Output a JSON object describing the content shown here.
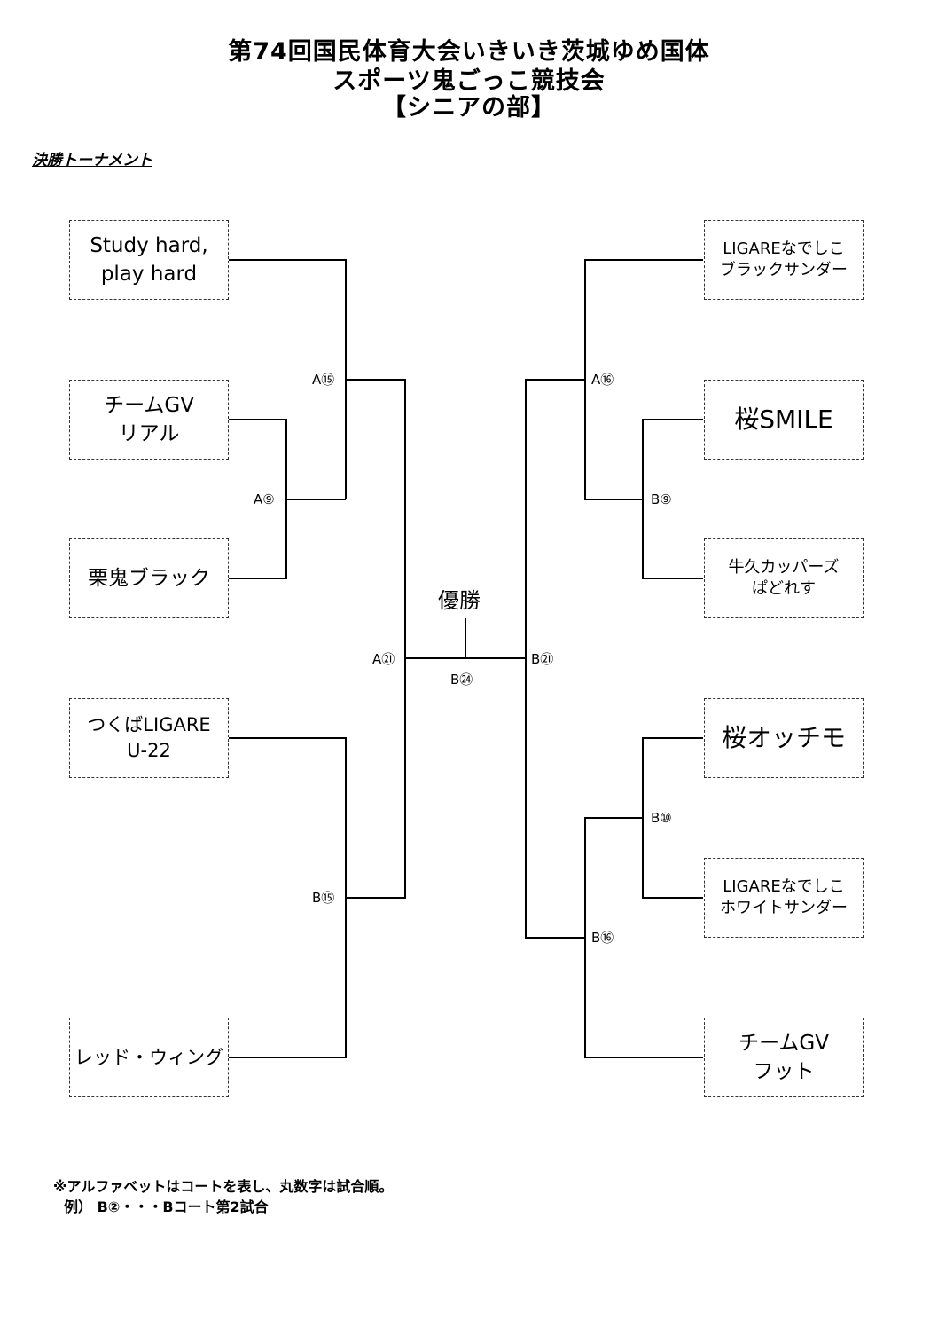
{
  "header": {
    "title_line1": "第74回国民体育大会いきいき茨城ゆめ国体",
    "title_line2": "スポーツ鬼ごっこ競技会",
    "title_line3": "【シニアの部】",
    "subheading": "決勝トーナメント"
  },
  "teams": {
    "left": [
      {
        "line1": "Study hard,",
        "line2": "play hard"
      },
      {
        "line1": "チームGV",
        "line2": "リアル"
      },
      {
        "line1": "栗鬼ブラック",
        "line2": ""
      },
      {
        "line1": "つくばLIGARE",
        "line2": "U-22"
      },
      {
        "line1": "レッド・ウィング",
        "line2": ""
      }
    ],
    "right": [
      {
        "line1": "LIGAREなでしこ",
        "line2": "ブラックサンダー"
      },
      {
        "line1": "桜SMILE",
        "line2": ""
      },
      {
        "line1": "牛久カッパーズ",
        "line2": "ぱどれす"
      },
      {
        "line1": "桜オッチモ",
        "line2": ""
      },
      {
        "line1": "LIGAREなでしこ",
        "line2": "ホワイトサンダー"
      },
      {
        "line1": "チームGV",
        "line2": "フット"
      }
    ]
  },
  "matches": {
    "left_a15": "A⑮",
    "left_a9": "A⑨",
    "left_a21": "A㉑",
    "left_b15": "B⑮",
    "final_b24": "B㉔",
    "right_b21": "B㉑",
    "right_a16": "A⑯",
    "right_b9": "B⑨",
    "right_b10": "B⑩",
    "right_b16": "B⑯"
  },
  "champion_label": "優勝",
  "notes": {
    "line1": "※アルファベットはコートを表し、丸数字は試合順。",
    "line2": "例） B②・・・Bコート第2試合"
  }
}
